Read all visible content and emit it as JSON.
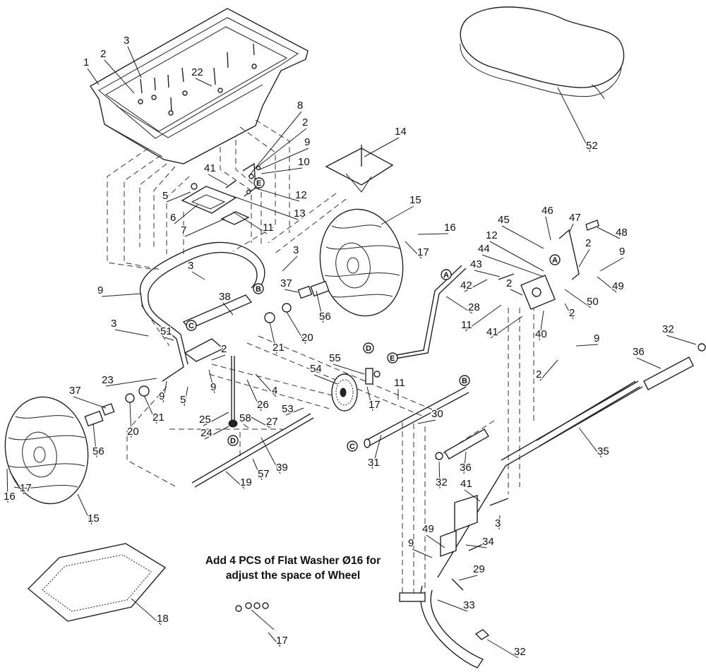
{
  "note": {
    "line1": "Add 4 PCS of Flat Washer Ø16 for",
    "line2": "adjust the space of Wheel"
  },
  "callouts": [
    "A",
    "B",
    "C",
    "D",
    "E"
  ],
  "parts": [
    {
      "id": "hopper",
      "label": "1"
    },
    {
      "id": "label-2-a",
      "label": "2"
    },
    {
      "id": "label-3-a",
      "label": "3"
    },
    {
      "id": "label-22",
      "label": "22"
    },
    {
      "id": "label-8",
      "label": "8"
    },
    {
      "id": "label-2-b",
      "label": "2"
    },
    {
      "id": "label-9-a",
      "label": "9"
    },
    {
      "id": "label-10",
      "label": "10"
    },
    {
      "id": "label-41-a",
      "label": "41"
    },
    {
      "id": "label-12-a",
      "label": "12"
    },
    {
      "id": "label-13",
      "label": "13"
    },
    {
      "id": "label-5-a",
      "label": "5"
    },
    {
      "id": "label-6",
      "label": "6"
    },
    {
      "id": "label-7",
      "label": "7"
    },
    {
      "id": "label-11-a",
      "label": "11"
    },
    {
      "id": "label-14",
      "label": "14"
    },
    {
      "id": "label-15-a",
      "label": "15"
    },
    {
      "id": "label-16-a",
      "label": "16"
    },
    {
      "id": "label-17-a",
      "label": "17"
    },
    {
      "id": "label-52",
      "label": "52"
    },
    {
      "id": "label-45",
      "label": "45"
    },
    {
      "id": "label-46",
      "label": "46"
    },
    {
      "id": "label-47",
      "label": "47"
    },
    {
      "id": "label-48",
      "label": "48"
    },
    {
      "id": "label-12-b",
      "label": "12"
    },
    {
      "id": "label-44",
      "label": "44"
    },
    {
      "id": "label-43",
      "label": "43"
    },
    {
      "id": "label-2-c",
      "label": "2"
    },
    {
      "id": "label-9-b",
      "label": "9"
    },
    {
      "id": "label-42",
      "label": "42"
    },
    {
      "id": "label-49-a",
      "label": "49"
    },
    {
      "id": "label-2-d",
      "label": "2"
    },
    {
      "id": "label-50",
      "label": "50"
    },
    {
      "id": "label-2-e",
      "label": "2"
    },
    {
      "id": "label-11-b",
      "label": "11"
    },
    {
      "id": "label-41-b",
      "label": "41"
    },
    {
      "id": "label-40",
      "label": "40"
    },
    {
      "id": "label-9-c",
      "label": "9"
    },
    {
      "id": "label-2-f",
      "label": "2"
    },
    {
      "id": "label-32-a",
      "label": "32"
    },
    {
      "id": "label-36-a",
      "label": "36"
    },
    {
      "id": "label-3-b",
      "label": "3"
    },
    {
      "id": "label-3-c",
      "label": "3"
    },
    {
      "id": "label-9-d",
      "label": "9"
    },
    {
      "id": "label-38",
      "label": "38"
    },
    {
      "id": "label-37-a",
      "label": "37"
    },
    {
      "id": "label-56-a",
      "label": "56"
    },
    {
      "id": "label-28",
      "label": "28"
    },
    {
      "id": "label-20-a",
      "label": "20"
    },
    {
      "id": "label-21-a",
      "label": "21"
    },
    {
      "id": "label-3-d",
      "label": "3"
    },
    {
      "id": "label-51",
      "label": "51"
    },
    {
      "id": "label-2-g",
      "label": "2"
    },
    {
      "id": "label-9-e",
      "label": "9"
    },
    {
      "id": "label-23",
      "label": "23"
    },
    {
      "id": "label-9-f",
      "label": "9"
    },
    {
      "id": "label-5-b",
      "label": "5"
    },
    {
      "id": "label-4",
      "label": "4"
    },
    {
      "id": "label-26",
      "label": "26"
    },
    {
      "id": "label-55",
      "label": "55"
    },
    {
      "id": "label-54",
      "label": "54"
    },
    {
      "id": "label-17-b",
      "label": "17"
    },
    {
      "id": "label-11-c",
      "label": "11"
    },
    {
      "id": "label-37-b",
      "label": "37"
    },
    {
      "id": "label-20-b",
      "label": "20"
    },
    {
      "id": "label-21-b",
      "label": "21"
    },
    {
      "id": "label-56-b",
      "label": "56"
    },
    {
      "id": "label-25",
      "label": "25"
    },
    {
      "id": "label-24",
      "label": "24"
    },
    {
      "id": "label-58",
      "label": "58"
    },
    {
      "id": "label-27",
      "label": "27"
    },
    {
      "id": "label-53",
      "label": "53"
    },
    {
      "id": "label-30",
      "label": "30"
    },
    {
      "id": "label-31",
      "label": "31"
    },
    {
      "id": "label-36-b",
      "label": "36"
    },
    {
      "id": "label-35",
      "label": "35"
    },
    {
      "id": "label-32-b",
      "label": "32"
    },
    {
      "id": "label-57",
      "label": "57"
    },
    {
      "id": "label-39",
      "label": "39"
    },
    {
      "id": "label-19",
      "label": "19"
    },
    {
      "id": "label-17-c",
      "label": "17"
    },
    {
      "id": "label-16-b",
      "label": "16"
    },
    {
      "id": "label-15-b",
      "label": "15"
    },
    {
      "id": "label-41-c",
      "label": "41"
    },
    {
      "id": "label-3-e",
      "label": "3"
    },
    {
      "id": "label-49-b",
      "label": "49"
    },
    {
      "id": "label-9-g",
      "label": "9"
    },
    {
      "id": "label-34",
      "label": "34"
    },
    {
      "id": "label-29",
      "label": "29"
    },
    {
      "id": "label-33",
      "label": "33"
    },
    {
      "id": "label-32-c",
      "label": "32"
    },
    {
      "id": "label-18",
      "label": "18"
    },
    {
      "id": "label-17-d",
      "label": "17"
    }
  ]
}
